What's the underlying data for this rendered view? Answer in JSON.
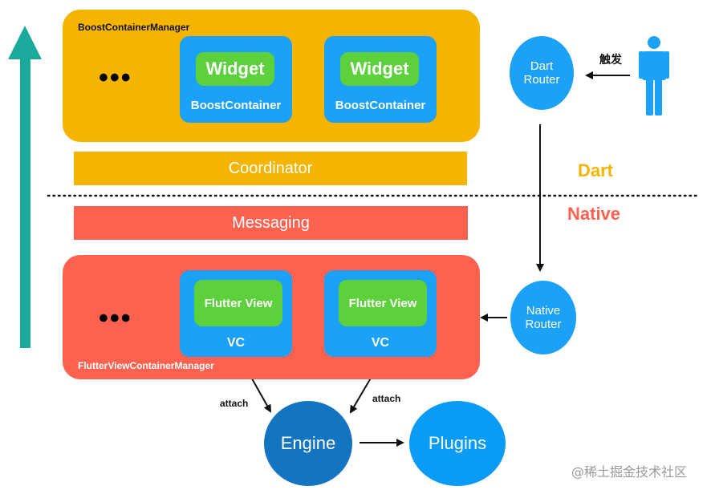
{
  "colors": {
    "dart_layer": "#f5b400",
    "native_layer": "#fd6150",
    "container": "#1ba1f7",
    "view": "#5cd13c",
    "engine": "#1374c1",
    "plugins": "#0a9cf5",
    "up_arrow": "#1aa99a"
  },
  "dart_layer": {
    "manager_label": "BoostContainerManager",
    "ellipsis": "•••",
    "containers": [
      {
        "inner_label": "Widget",
        "outer_label": "BoostContainer"
      },
      {
        "inner_label": "Widget",
        "outer_label": "BoostContainer"
      }
    ],
    "coordinator_label": "Coordinator",
    "side_label": "Dart"
  },
  "native_layer": {
    "messaging_label": "Messaging",
    "side_label": "Native",
    "manager_label": "FlutterViewContainerManager",
    "ellipsis": "•••",
    "containers": [
      {
        "inner_label": "Flutter View",
        "outer_label": "VC"
      },
      {
        "inner_label": "Flutter View",
        "outer_label": "VC"
      }
    ]
  },
  "routers": {
    "dart_router": "Dart\nRouter",
    "native_router": "Native\nRouter",
    "trigger_label": "触发"
  },
  "engine_section": {
    "engine_label": "Engine",
    "plugins_label": "Plugins",
    "attach_left": "attach",
    "attach_right": "attach"
  },
  "watermark": "@稀土掘金技术社区"
}
